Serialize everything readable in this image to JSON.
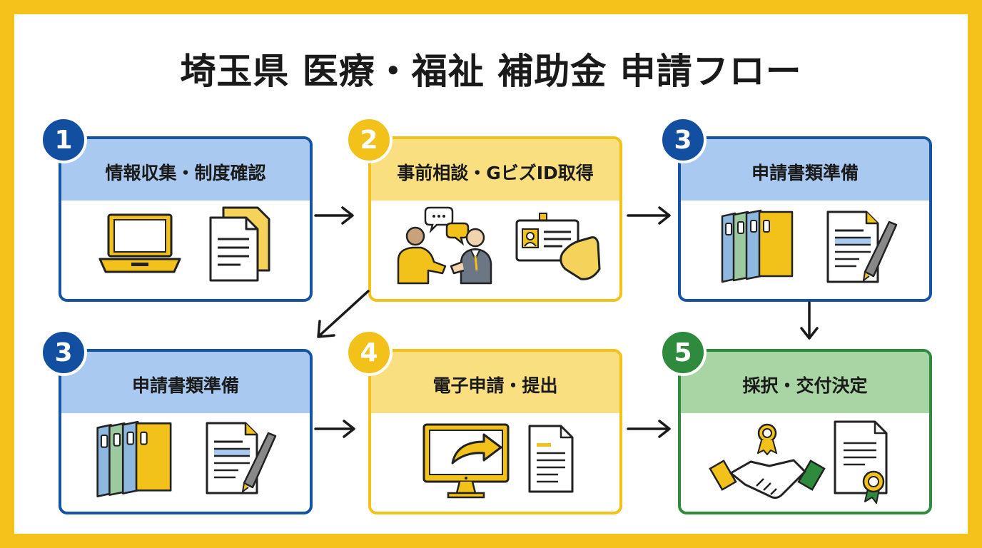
{
  "title": "埼玉県 医療・福祉 補助金 申請フロー",
  "colors": {
    "frame": "#F4C21B",
    "blue": "#1553A4",
    "yellow": "#F2C21A",
    "green": "#2E8B3E"
  },
  "steps": [
    {
      "number": "1",
      "label": "情報収集・制度確認",
      "color": "blue",
      "icons": [
        "laptop-icon",
        "documents-icon"
      ]
    },
    {
      "number": "2",
      "label": "事前相談・GビズID取得",
      "color": "yellow",
      "icons": [
        "consultation-icon",
        "id-card-icon"
      ]
    },
    {
      "number": "3",
      "label": "申請書類準備",
      "color": "blue",
      "icons": [
        "binders-icon",
        "document-pen-icon"
      ]
    },
    {
      "number": "3",
      "label": "申請書類準備",
      "color": "blue",
      "icons": [
        "binders-icon",
        "document-pen-icon"
      ]
    },
    {
      "number": "4",
      "label": "電子申請・提出",
      "color": "yellow",
      "icons": [
        "monitor-send-icon",
        "document-icon"
      ]
    },
    {
      "number": "5",
      "label": "採択・交付決定",
      "color": "green",
      "icons": [
        "handshake-icon",
        "certificate-icon"
      ]
    }
  ]
}
